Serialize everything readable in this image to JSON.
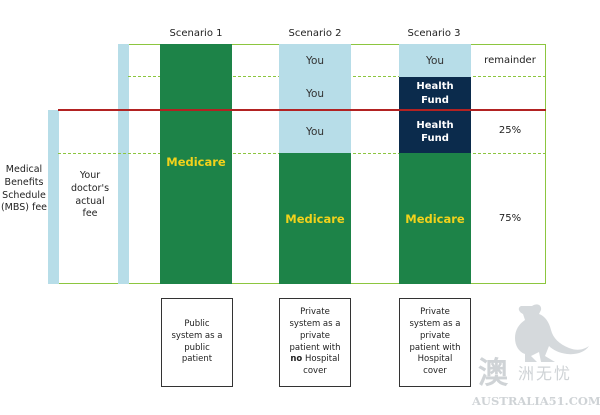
{
  "headers": [
    "Scenario 1",
    "Scenario 2",
    "Scenario 3"
  ],
  "segments": {
    "you": "You",
    "health_fund_line1": "Health",
    "health_fund_line2": "Fund",
    "medicare": "Medicare"
  },
  "right_labels": {
    "remainder": "remainder",
    "pct_25": "25%",
    "pct_75": "75%"
  },
  "left_labels": {
    "mbs": [
      "Medical",
      "Benefits",
      "Schedule",
      "(MBS) fee"
    ],
    "doctor": [
      "Your",
      "doctor's",
      "actual",
      "fee"
    ]
  },
  "boxes": {
    "scenario1": [
      "Public",
      "system as a",
      "public",
      "patient"
    ],
    "scenario2": [
      "Private",
      "system as a",
      "private",
      "patient with",
      "no",
      "Hospital",
      "cover"
    ],
    "scenario3": [
      "Private",
      "system as a",
      "private",
      "patient with",
      "Hospital",
      "cover"
    ]
  },
  "watermark": {
    "big_char": "澳",
    "chars": "洲无忧",
    "domain": "AUSTRALIA51.COM"
  },
  "colors": {
    "frame_green": "#8cc63f",
    "light_blue": "#b7dde8",
    "medicare_green": "#1d8348",
    "health_fund_navy": "#0b2b4c",
    "medicare_text": "#f2d21b",
    "mbs_line_red": "#b22222"
  }
}
